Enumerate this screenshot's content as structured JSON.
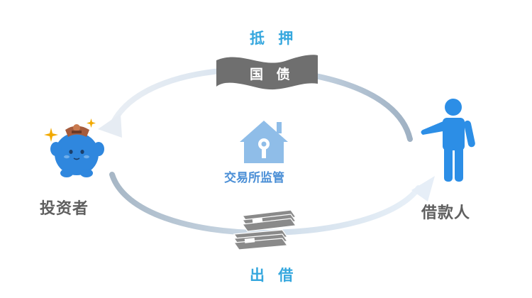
{
  "labels": {
    "collateral": "抵 押",
    "bond": "国 债",
    "exchange": "交易所监管",
    "investor": "投资者",
    "borrower": "借款人",
    "lend": "出 借"
  },
  "colors": {
    "accent": "#35a7de",
    "person": "#2c8ee6",
    "mascot": "#2f87de",
    "bond_banner": "#6f6f6f",
    "house": "#8fbde8",
    "money": "#8a8a8a",
    "label_gray": "#5f5f5f"
  },
  "icons": {
    "investor": "blue-mascot-icon",
    "borrower": "person-icon",
    "exchange": "house-icon",
    "money": "money-stack-icon"
  }
}
